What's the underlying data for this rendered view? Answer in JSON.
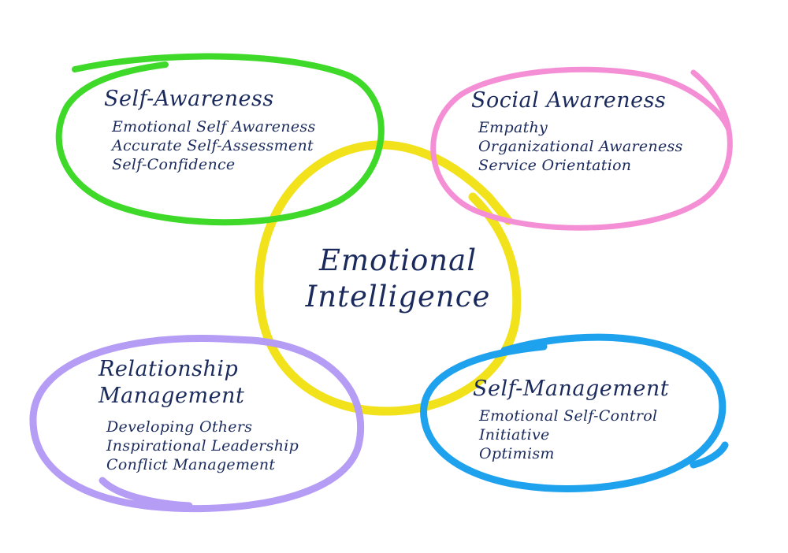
{
  "center": {
    "title_line1": "Emotional",
    "title_line2": "Intelligence",
    "color": "#f2e21c"
  },
  "groups": [
    {
      "title": "Self-Awareness",
      "color": "#3fd92a",
      "items": [
        "Emotional Self Awareness",
        "Accurate Self-Assessment",
        "Self-Confidence"
      ]
    },
    {
      "title": "Social Awareness",
      "color": "#f48fd6",
      "items": [
        "Empathy",
        "Organizational Awareness",
        "Service Orientation"
      ]
    },
    {
      "title_line1": "Relationship",
      "title_line2": "Management",
      "color": "#b59cf5",
      "items": [
        "Developing Others",
        "Inspirational Leadership",
        "Conflict Management"
      ]
    },
    {
      "title": "Self-Management",
      "color": "#1fa2ee",
      "items": [
        "Emotional Self-Control",
        "Initiative",
        "Optimism"
      ]
    }
  ],
  "text_color": "#1b2a5c"
}
